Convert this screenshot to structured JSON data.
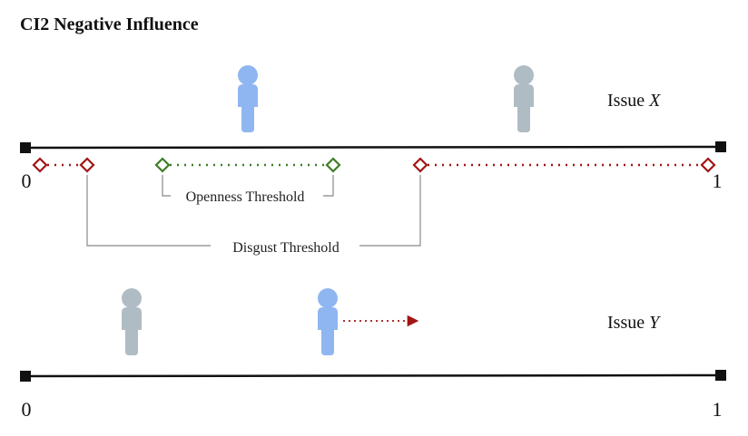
{
  "title": "CI2 Negative Influence",
  "issue_x": {
    "label_prefix": "Issue ",
    "label_var": "X",
    "axis_min": "0",
    "axis_max": "1"
  },
  "issue_y": {
    "label_prefix": "Issue ",
    "label_var": "Y",
    "axis_min": "0",
    "axis_max": "1"
  },
  "annotations": {
    "openness": "Openness Threshold",
    "disgust": "Disgust Threshold"
  },
  "colors": {
    "agent_blue": "#8fb6f0",
    "agent_gray": "#b0bcc4",
    "disgust_red": "#a31515",
    "openness_green": "#3e7f25",
    "axis": "#111111",
    "bracket": "#888888"
  },
  "icons": {
    "agent": "person-icon",
    "marker": "diamond-marker"
  }
}
